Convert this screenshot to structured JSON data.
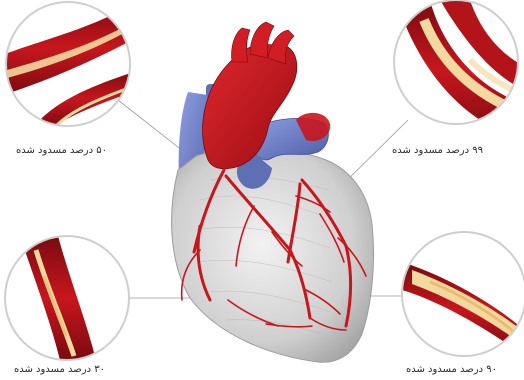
{
  "callouts": {
    "top_left": {
      "label": "۵۰ درصد مسدود شده"
    },
    "top_right": {
      "label": "۹۹ درصد مسدود شده"
    },
    "bottom_left": {
      "label": "۳۰ درصد مسدود شده"
    },
    "bottom_right": {
      "label": "۹۰ درصد مسدود شده"
    }
  },
  "colors": {
    "artery_red": "#c8161d",
    "artery_dark": "#8e0c12",
    "vein_blue": "#6d7fc4",
    "plaque": "#f3d9a0",
    "heart_grey": "#d4d4d4",
    "circle_outline": "#cfcfcf"
  }
}
